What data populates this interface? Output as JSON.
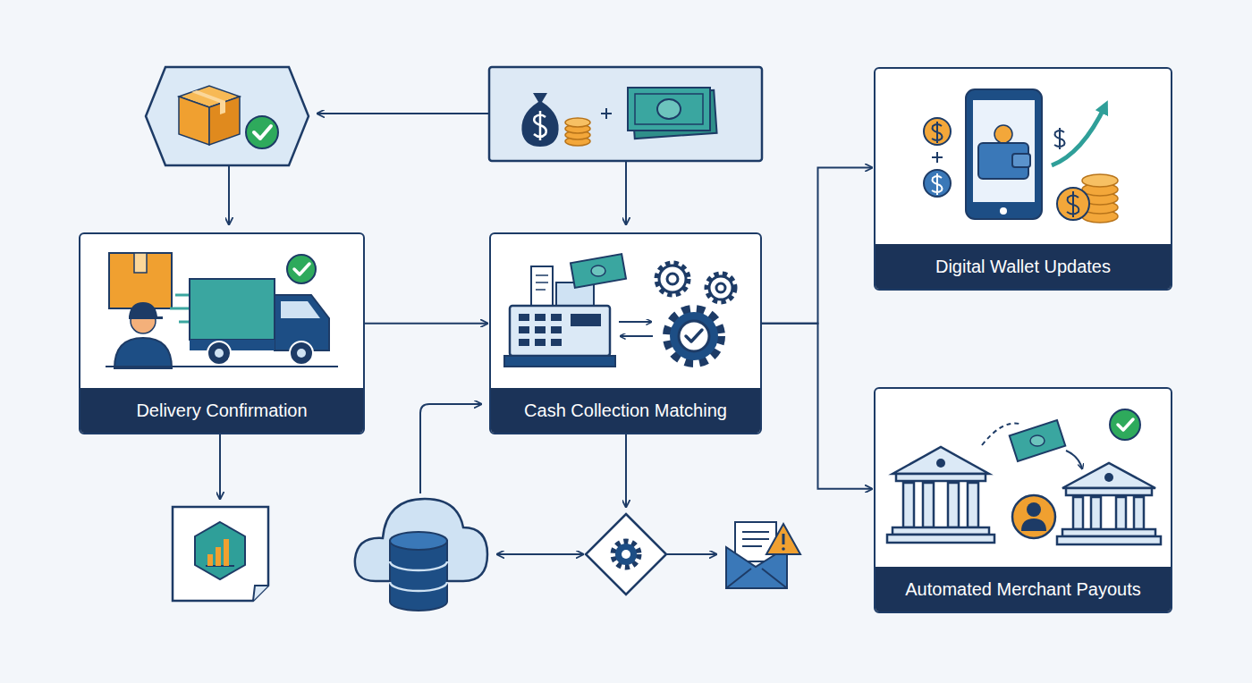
{
  "diagram": {
    "nodes": [
      {
        "text": [
          "Delivery Confirmation"
        ]
      },
      {
        "text": [
          "Cash Collection Matching"
        ]
      },
      {
        "text": [
          "Digital Wallet Updates"
        ]
      },
      {
        "text": [
          "Automated Merchant Payouts"
        ]
      }
    ],
    "edges": [
      {
        "from": 0,
        "to": 1,
        "arrow": "to"
      },
      {
        "from": 1,
        "to": 2,
        "arrow": "to"
      },
      {
        "from": 1,
        "to": 3,
        "arrow": "to"
      }
    ]
  }
}
